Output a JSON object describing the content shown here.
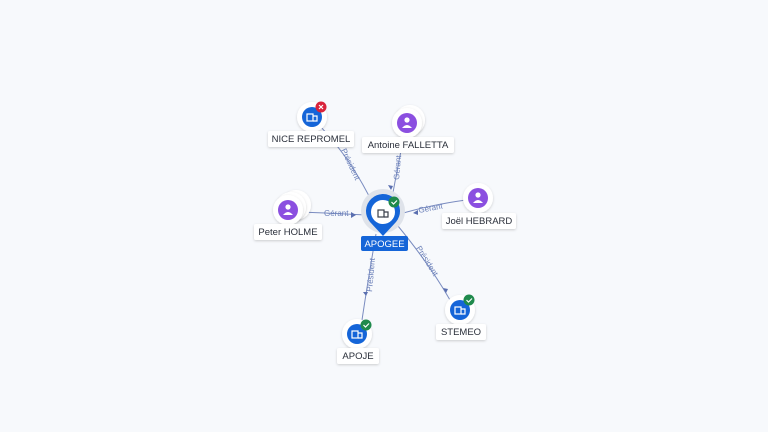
{
  "center": {
    "label": "APOGEE",
    "icon": "building-icon",
    "badge": "check",
    "color": "#1565d8"
  },
  "nodes": [
    {
      "id": "nice",
      "label": "NICE REPROMEL",
      "type": "company",
      "badge": "cross"
    },
    {
      "id": "antoine",
      "label": "Antoine FALLETTA",
      "type": "person",
      "badge": null
    },
    {
      "id": "joel",
      "label": "Joël HEBRARD",
      "type": "person",
      "badge": null
    },
    {
      "id": "peter",
      "label": "Peter HOLME",
      "type": "person",
      "badge": null
    },
    {
      "id": "stemeo",
      "label": "STEMEO",
      "type": "company",
      "badge": "check"
    },
    {
      "id": "apoje",
      "label": "APOJE",
      "type": "company",
      "badge": "check"
    }
  ],
  "edges": [
    {
      "from": "nice",
      "label": "Président"
    },
    {
      "from": "antoine",
      "label": "Gérant"
    },
    {
      "from": "joel",
      "label": "Gérant"
    },
    {
      "from": "peter",
      "label": "Gérant"
    },
    {
      "from": "center_to_stemeo",
      "label": "Président"
    },
    {
      "from": "center_to_apoje",
      "label": "Président"
    }
  ],
  "colors": {
    "company": "#1565d8",
    "person": "#8b4fe0",
    "ok": "#1f8a4c",
    "error": "#d9233b",
    "edge": "#6a7fb8"
  }
}
